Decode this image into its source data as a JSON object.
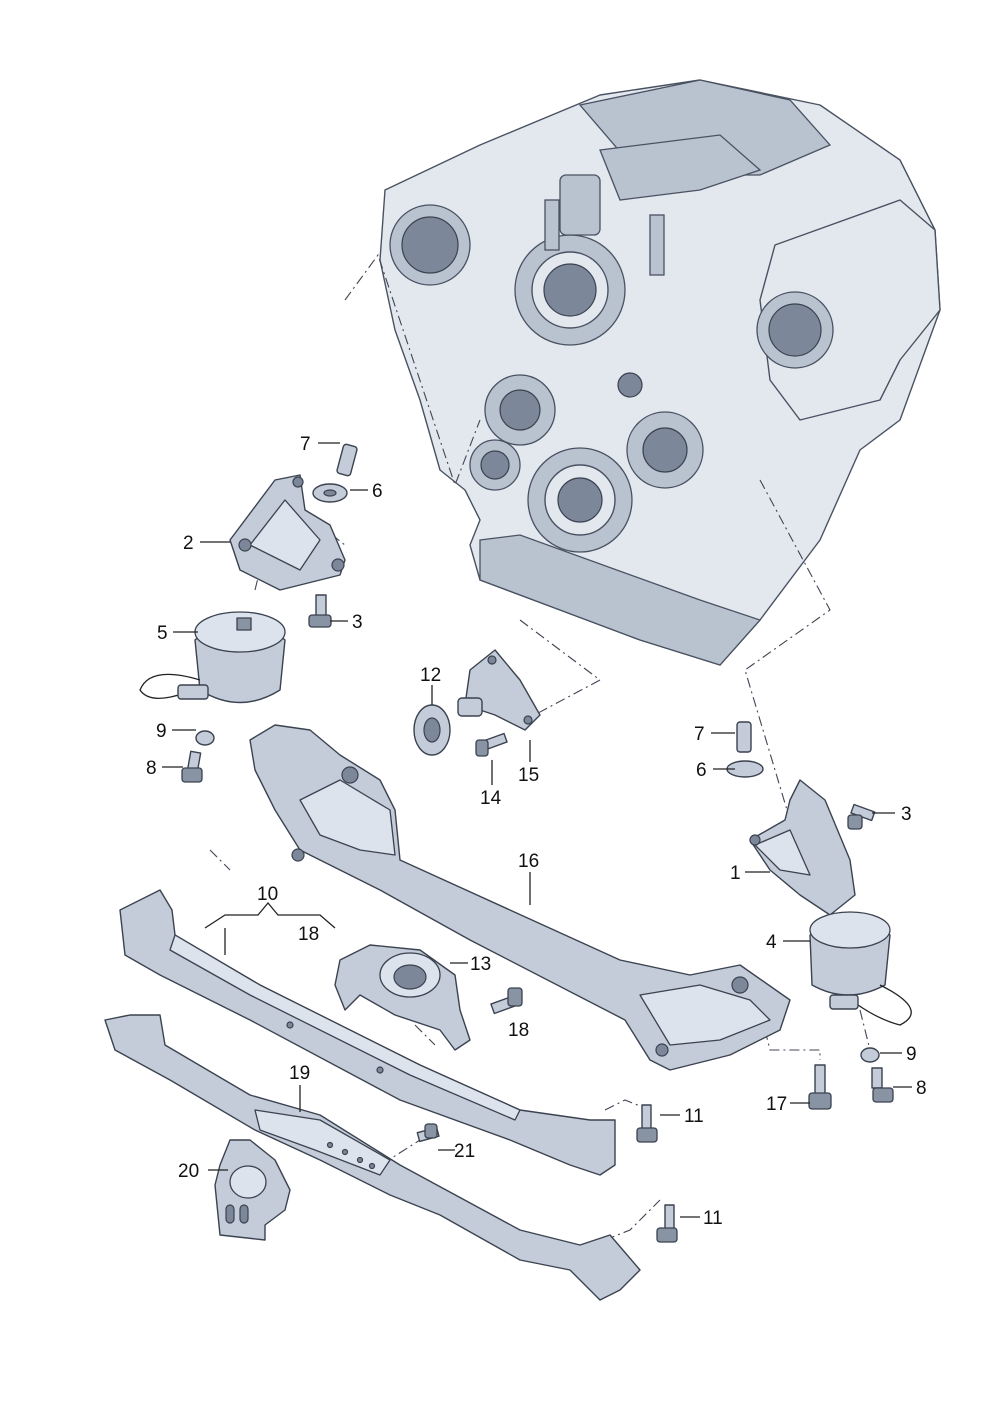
{
  "labels": {
    "engine_mount_right": "1",
    "engine_mount_left": "2",
    "bolt_3_left": "3",
    "bolt_3_right": "3",
    "hydro_mount_right": "4",
    "hydro_mount_left": "5",
    "washer_6_left": "6",
    "washer_6_right": "6",
    "stud_7_left": "7",
    "stud_7_right": "7",
    "bolt_8_left": "8",
    "bolt_8_right": "8",
    "washer_9_left": "9",
    "washer_9_right": "9",
    "crossmember_10": "10",
    "bolt_11_upper": "11",
    "bolt_11_lower": "11",
    "bush_12": "12",
    "bracket_13": "13",
    "bolt_14": "14",
    "bracket_15": "15",
    "subframe_16": "16",
    "bolt_17": "17",
    "ref_18_top": "18",
    "bolt_18": "18",
    "crossmember_19": "19",
    "mount_20": "20",
    "bolt_21": "21"
  },
  "colors": {
    "part_fill": "#c3ccd8",
    "engine_fill": "#e3e8ef",
    "outline": "#3b4250"
  }
}
